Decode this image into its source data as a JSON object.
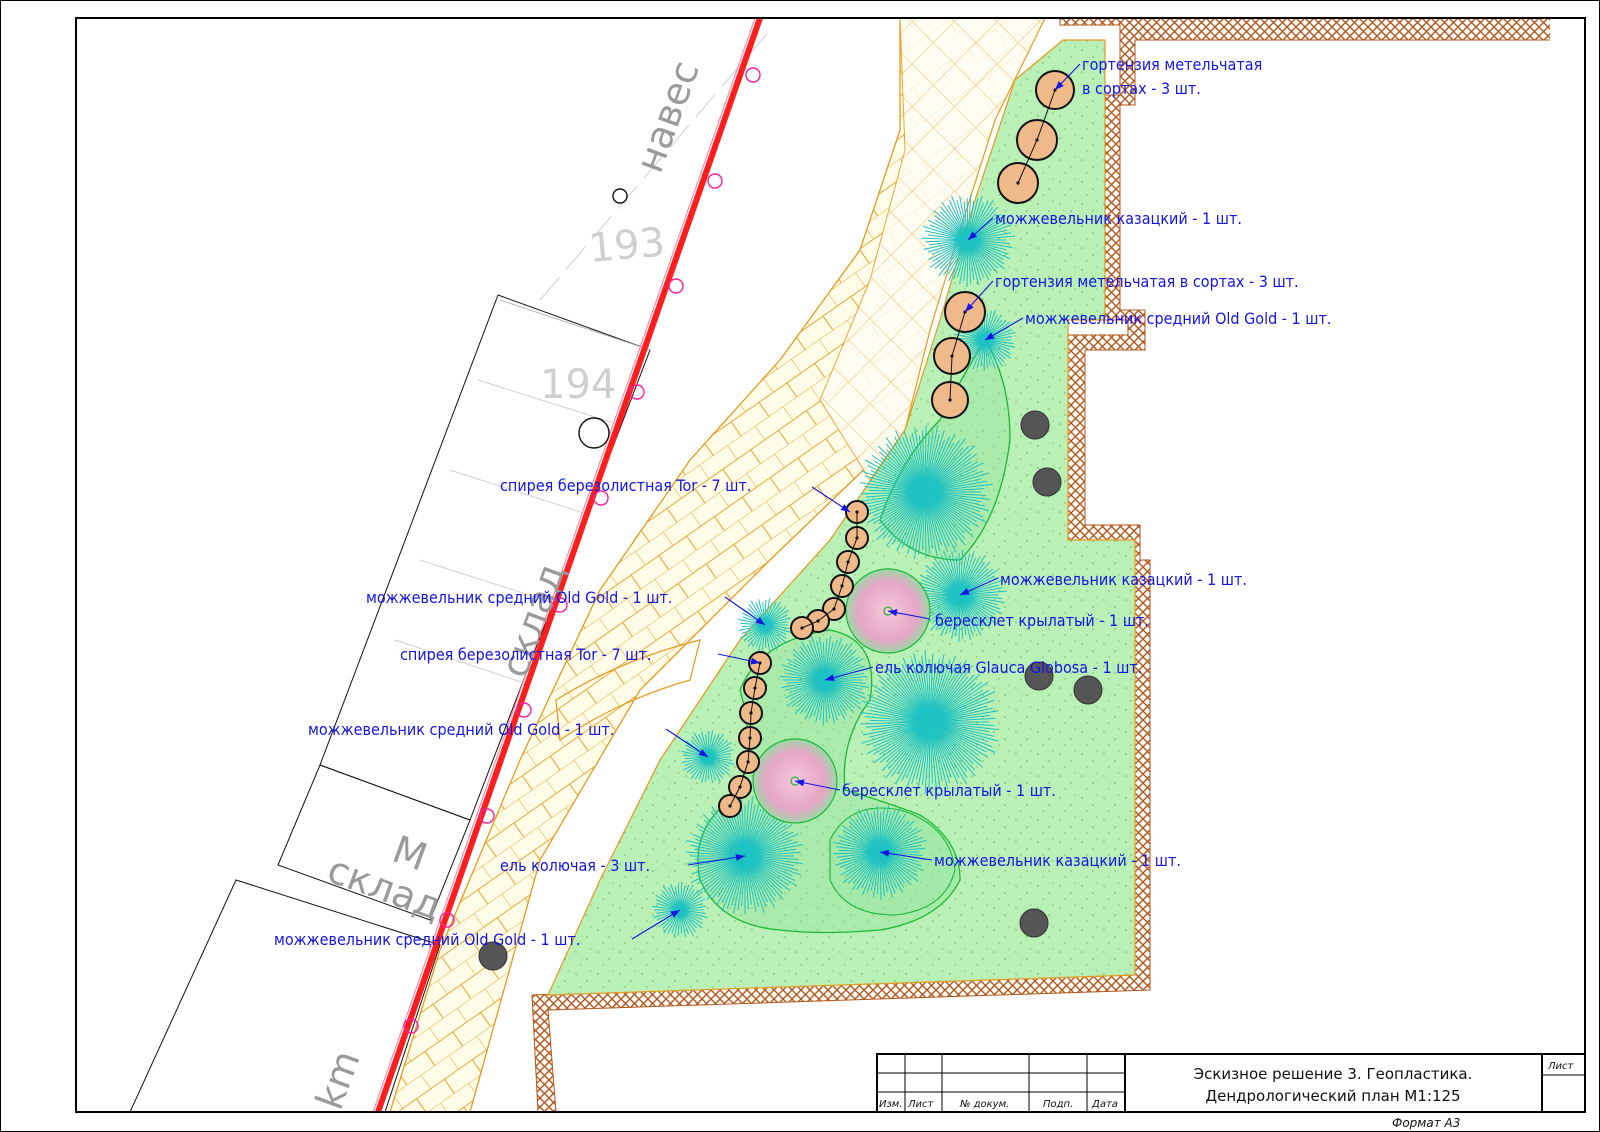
{
  "map_text": {
    "lot_193": "193",
    "lot_194": "194",
    "naves": "навес",
    "sklad_1": "склад",
    "sklad_2": "склад",
    "m_letter": "М",
    "km": "km"
  },
  "labels": [
    "гортензия метельчатая",
    "в сортах - 3 шт.",
    "можжевельник казацкий - 1 шт.",
    "гортензия метельчатая в сортах - 3 шт.",
    "можжевельник средний Old Gold - 1 шт.",
    "спирея березолистная Tor - 7 шт.",
    "можжевельник казацкий - 1 шт.",
    "можжевельник средний Old Gold - 1 шт.",
    "бересклет крылатый - 1 шт.",
    "спирея березолистная Tor - 7 шт.",
    "ель колючая Glauca Globosa - 1 шт.",
    "можжевельник средний Old Gold - 1 шт.",
    "бересклет крылатый - 1 шт.",
    "ель колючая - 3 шт.",
    "можжевельник казацкий - 1 шт.",
    "можжевельник средний Old Gold - 1 шт."
  ],
  "title_block": {
    "line1": "Эскизное решение 3. Геопластика.",
    "line2": "Дендрологический план М1:125",
    "col_izm": "Изм.",
    "col_list": "Лист",
    "col_doc": "№ докум.",
    "col_podp": "Подп.",
    "col_data": "Дата",
    "sheet": "Лист",
    "format": "Формат А3"
  },
  "colors": {
    "lawn": "#b6f0b4",
    "paving": "#e69a1e",
    "curb": "#b5561a",
    "boundary": "#ff1e1e",
    "conifer": "#1ec2c2",
    "shrub": "#f0b98a",
    "euonymus": "#e7a8c8",
    "label": "#1414e6"
  }
}
